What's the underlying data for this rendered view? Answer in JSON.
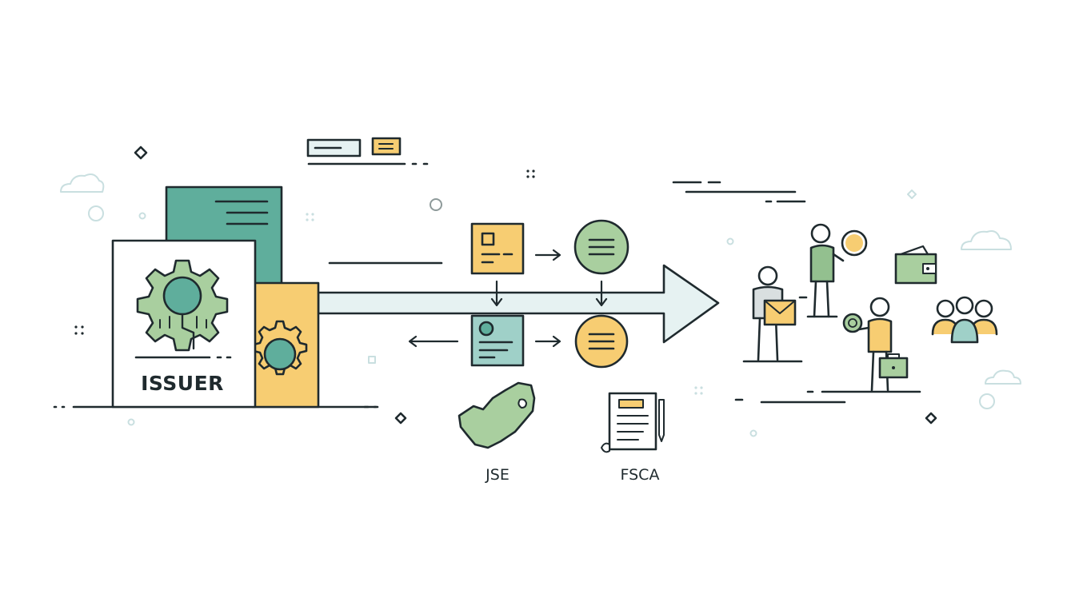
{
  "issuer": {
    "label": "ISSUER"
  },
  "regulators": {
    "jse_label": "JSE",
    "fsca_label": "FSCA"
  },
  "colors": {
    "teal": "#5fae9c",
    "teal_light": "#9fd0c8",
    "green": "#a9cf9f",
    "sage": "#93c08f",
    "yellow": "#f7cd72",
    "ink": "#1f2a2e",
    "arrow_fill": "#e6f2f2",
    "faint": "#c9dfe0"
  },
  "icons": {
    "issuer_doc": "document-gear-icon",
    "company_node": "company-card-icon",
    "profile_node": "profile-card-icon",
    "list_node": "list-circle-icon",
    "map": "south-africa-map-icon",
    "regulator_doc": "regulation-document-pen-icon",
    "investor_mail": "person-with-envelope-icon",
    "investor_search": "person-with-magnifier-icon",
    "investor_coin": "person-with-coin-briefcase-icon",
    "wallet": "wallet-icon",
    "group": "people-group-icon"
  }
}
